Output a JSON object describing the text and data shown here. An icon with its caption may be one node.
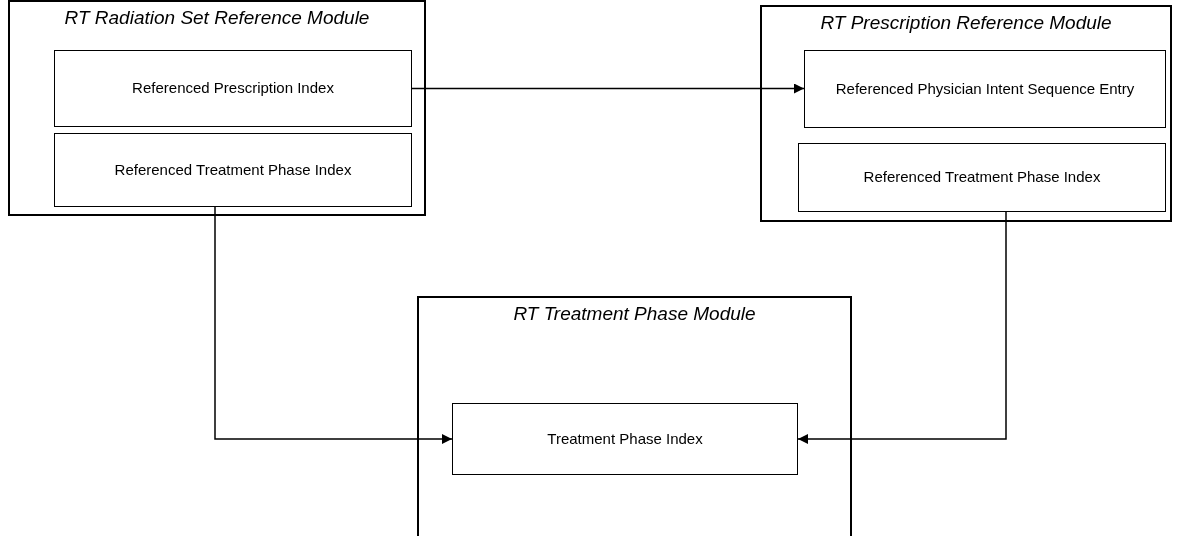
{
  "diagram": {
    "nodes": [
      {
        "text": [
          "RT Radiation Set Reference Module"
        ]
      },
      {
        "text": [
          "Referenced Prescription Index"
        ],
        "in": 0
      },
      {
        "text": [
          "Referenced Treatment Phase Index"
        ],
        "in": 0
      },
      {
        "text": [
          "RT Prescription Reference Module"
        ]
      },
      {
        "text": [
          "Referenced Physician Intent Sequence Entry"
        ],
        "in": 3
      },
      {
        "text": [
          "Referenced Treatment Phase Index"
        ],
        "in": 3
      },
      {
        "text": [
          "RT Treatment Phase Module"
        ]
      },
      {
        "text": [
          "Treatment Phase Index"
        ],
        "in": 6
      }
    ],
    "edges": [
      {
        "from": 1,
        "to": 4,
        "arrow": "to"
      },
      {
        "from": 2,
        "to": 7,
        "arrow": "to"
      },
      {
        "from": 5,
        "to": 7,
        "arrow": "to"
      }
    ]
  }
}
